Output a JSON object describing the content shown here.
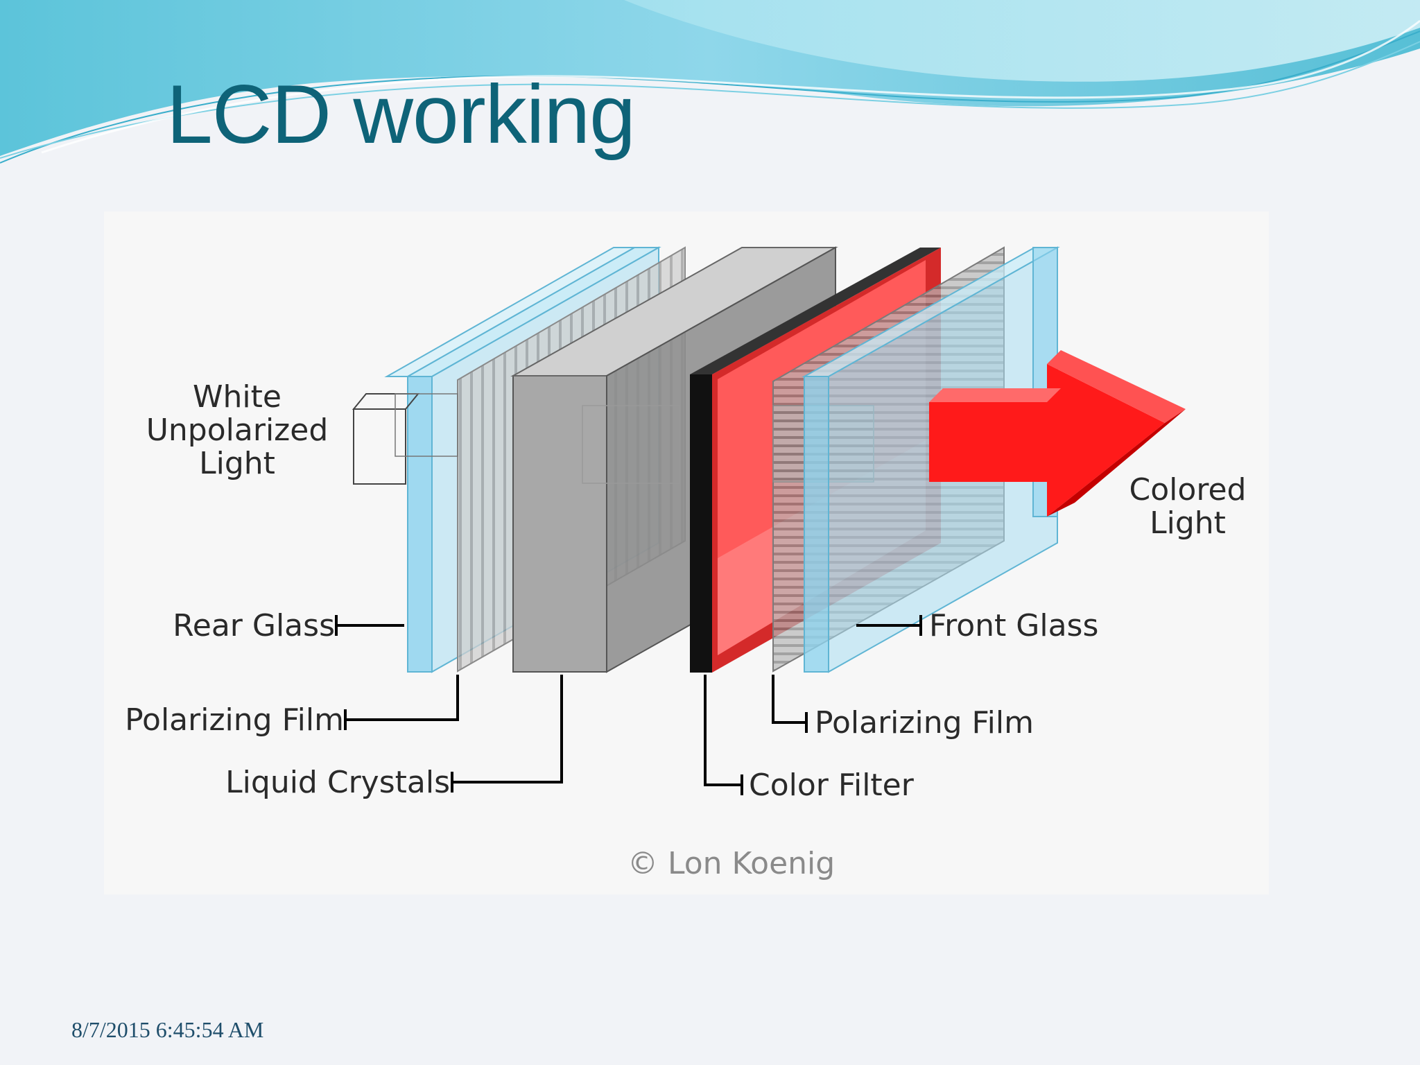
{
  "slide": {
    "title": "LCD working",
    "date": "8/7/2015 6:45:54 AM"
  },
  "diagram": {
    "labels": {
      "white_light": [
        "White",
        "Unpolarized",
        "Light"
      ],
      "colored_light": [
        "Colored",
        "Light"
      ],
      "rear_glass": "Rear Glass",
      "rear_polarizing_film": "Polarizing Film",
      "liquid_crystals": "Liquid Crystals",
      "front_glass": "Front Glass",
      "front_polarizing_film": "Polarizing Film",
      "color_filter": "Color Filter"
    },
    "credit": "© Lon Koenig"
  },
  "colors": {
    "title": "#0e6378",
    "glass": "#8fd3ee",
    "filter_red": "#ff3b3b",
    "arrow_red": "#ff1a1a",
    "crystal_gray": "#a8a8a8"
  }
}
